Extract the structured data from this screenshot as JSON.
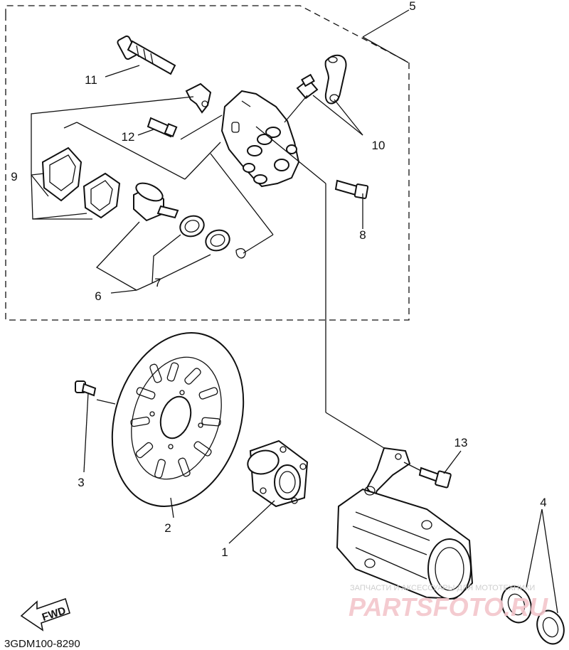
{
  "callouts": [
    {
      "id": "1",
      "text": "1"
    },
    {
      "id": "2",
      "text": "2"
    },
    {
      "id": "3",
      "text": "3"
    },
    {
      "id": "4",
      "text": "4"
    },
    {
      "id": "5",
      "text": "5"
    },
    {
      "id": "6",
      "text": "6"
    },
    {
      "id": "7",
      "text": "7"
    },
    {
      "id": "8",
      "text": "8"
    },
    {
      "id": "9",
      "text": "9"
    },
    {
      "id": "10",
      "text": "10"
    },
    {
      "id": "11",
      "text": "11"
    },
    {
      "id": "12",
      "text": "12"
    },
    {
      "id": "13",
      "text": "13"
    }
  ],
  "fwd_label": "FWD",
  "diagram_code": "3GDM100-8290",
  "watermark": {
    "caption": "ЗАПЧАСТИ И АКСЕССУАРЫ ДЛЯ МОТОТЕХНИКИ",
    "brand": "PARTSFOTO.RU"
  }
}
